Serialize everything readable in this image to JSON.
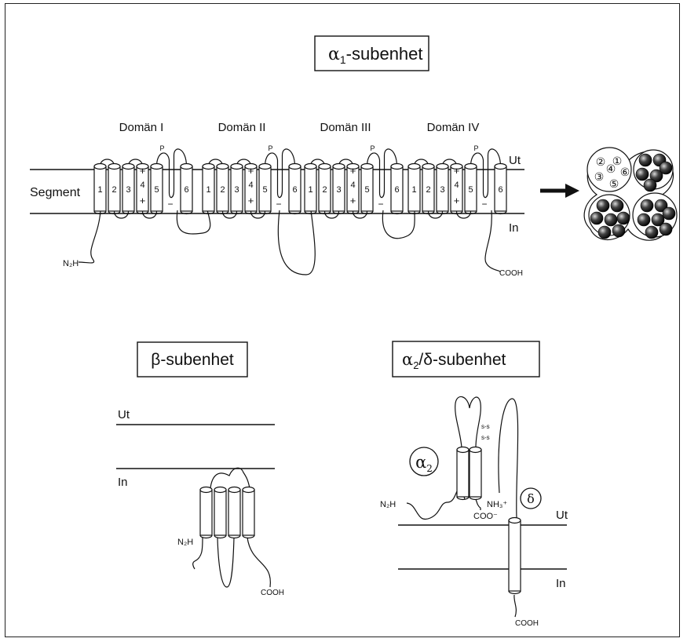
{
  "alpha1": {
    "title_symbol": "α",
    "title_sub": "1",
    "title_rest": "-subenhet",
    "domains": [
      "Domän I",
      "Domän II",
      "Domän III",
      "Domän IV"
    ],
    "segment_label": "Segment",
    "segment_numbers": [
      "1",
      "2",
      "3",
      "4",
      "5",
      "6"
    ],
    "pore_label": "P",
    "plus": "+",
    "minus": "−",
    "ut": "Ut",
    "in": "In",
    "n_term": "N₂H",
    "c_term": "COOH",
    "top_view_numbers": [
      "①",
      "②",
      "③",
      "④",
      "⑤",
      "⑥"
    ]
  },
  "beta": {
    "title": "β-subenhet",
    "ut": "Ut",
    "in": "In",
    "n_term": "N₂H",
    "c_term": "COOH"
  },
  "alpha2delta": {
    "title_symbol": "α",
    "title_sub": "2",
    "title_rest": "/δ-subenhet",
    "alpha2_label": "α",
    "alpha2_sub": "2",
    "delta_label": "δ",
    "ss1": "s-s",
    "ss2": "s-s",
    "nh3": "NH₃⁺",
    "coo": "COO⁻",
    "n_term": "N₂H",
    "ut": "Ut",
    "in": "In",
    "c_term": "COOH"
  }
}
